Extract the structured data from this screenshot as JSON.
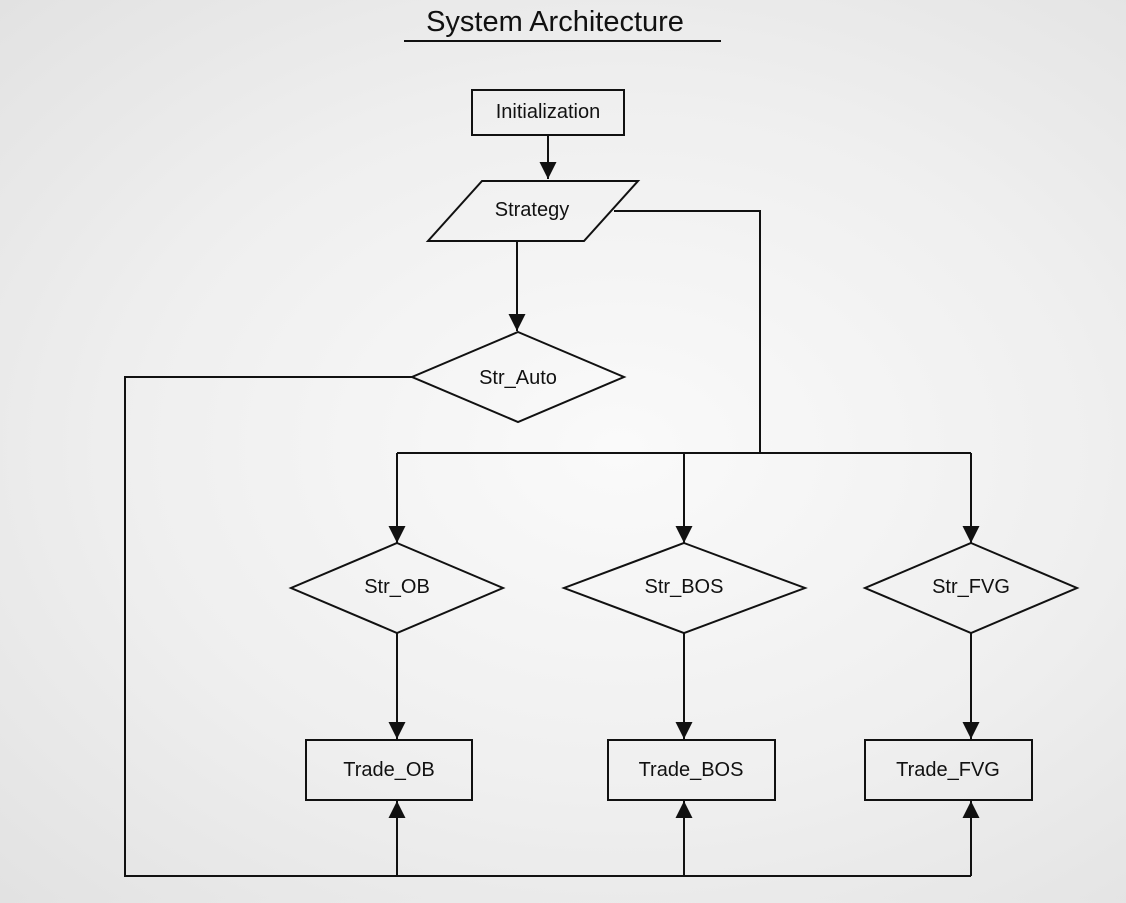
{
  "title": "System Architecture",
  "nodes": {
    "initialization": "Initialization",
    "strategy": "Strategy",
    "str_auto": "Str_Auto",
    "str_ob": "Str_OB",
    "str_bos": "Str_BOS",
    "str_fvg": "Str_FVG",
    "trade_ob": "Trade_OB",
    "trade_bos": "Trade_BOS",
    "trade_fvg": "Trade_FVG"
  }
}
